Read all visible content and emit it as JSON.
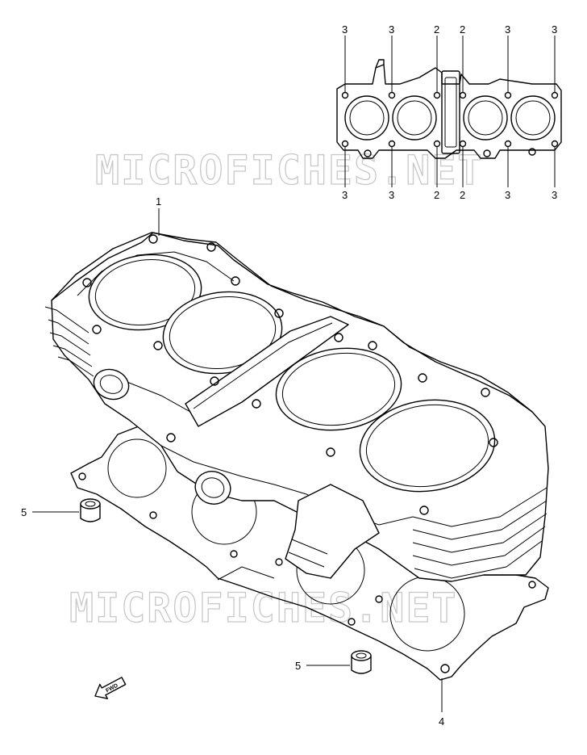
{
  "watermark": {
    "top": "MICROFICHES.NET",
    "bottom": "MICROFICHES.NET"
  },
  "fwd_arrow": "FWD",
  "callouts": {
    "part_1": "1",
    "part_4": "4",
    "part_5_left": "5",
    "part_5_bottom": "5"
  },
  "inset": {
    "top_labels": [
      "3",
      "3",
      "2",
      "2",
      "3",
      "3"
    ],
    "bottom_labels": [
      "3",
      "3",
      "2",
      "2",
      "3",
      "3"
    ]
  },
  "colors": {
    "line": "#000000",
    "watermark": "#c8c8c8",
    "background": "#ffffff"
  }
}
